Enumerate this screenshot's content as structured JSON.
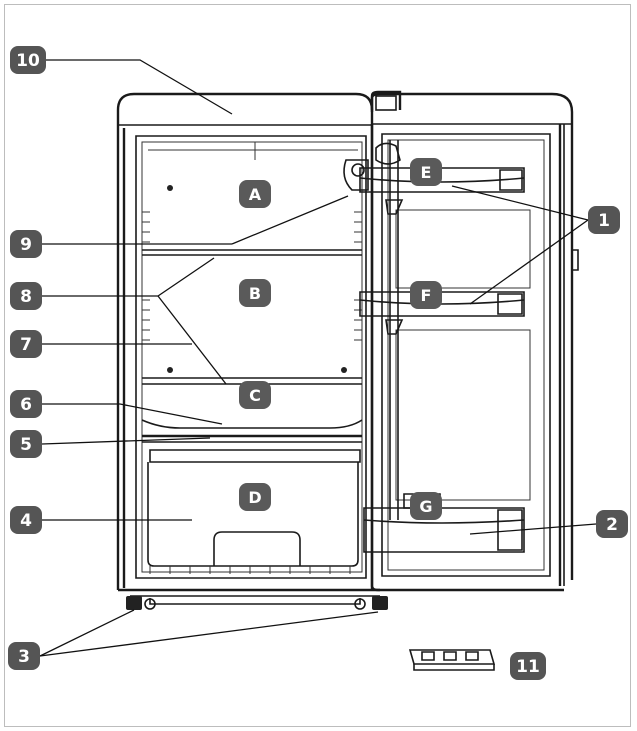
{
  "diagram": {
    "numbers": {
      "n1": "1",
      "n2": "2",
      "n3": "3",
      "n4": "4",
      "n5": "5",
      "n6": "6",
      "n7": "7",
      "n8": "8",
      "n9": "9",
      "n10": "10",
      "n11": "11"
    },
    "letters": {
      "a": "A",
      "b": "B",
      "c": "C",
      "d": "D",
      "e": "E",
      "f": "F",
      "g": "G"
    },
    "colors": {
      "badge": "#555555",
      "line": "#1a1a1a",
      "background": "#ffffff"
    }
  }
}
